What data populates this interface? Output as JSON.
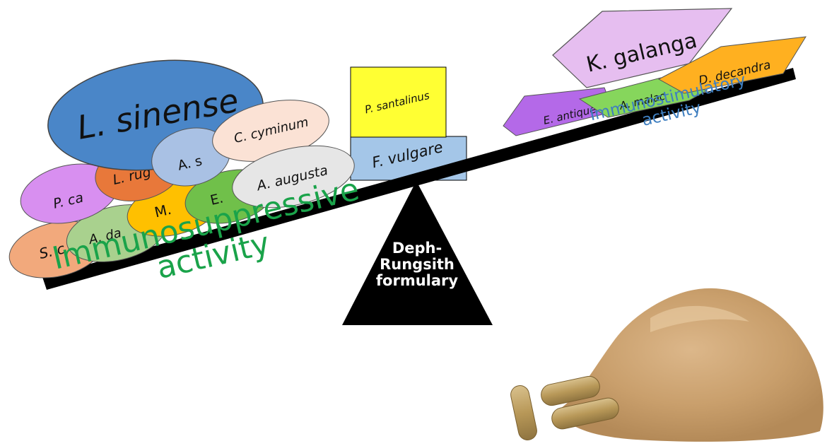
{
  "left_labels": {
    "l_sinense": "L. sinense",
    "c_cyminum": "C. cyminum",
    "a_sp": "A. s",
    "l_rug": "L. rug",
    "a_augusta": "A. augusta",
    "p_ca": "P. ca",
    "e_sp": "E.",
    "m_sp": "M.",
    "a_da": "A. da",
    "s_c": "S. c"
  },
  "center_labels": {
    "p_santalinus": "P. santalinus",
    "f_vulgare": "F. vulgare"
  },
  "right_labels": {
    "k_galanga": "K. galanga",
    "d_decandra": "D. decandra",
    "a_malac": "A. malac",
    "e_antique": "E. antique"
  },
  "fulcrum": {
    "line1": "Deph-",
    "line2": "Rungsith",
    "line3": "formulary"
  },
  "captions": {
    "suppressive_line1": "Immunosuppressive",
    "suppressive_line2": "activity",
    "stimulatory_line1": "Immunostimulatory",
    "stimulatory_line2": "activity"
  },
  "colors": {
    "suppressive_text": "#1aa34a",
    "stimulatory_text": "#3f7fc0",
    "l_sinense": "#4a86c8",
    "k_galanga": "#e6bef0",
    "p_santalinus": "#ffff33",
    "f_vulgare": "#a4c6e8"
  }
}
